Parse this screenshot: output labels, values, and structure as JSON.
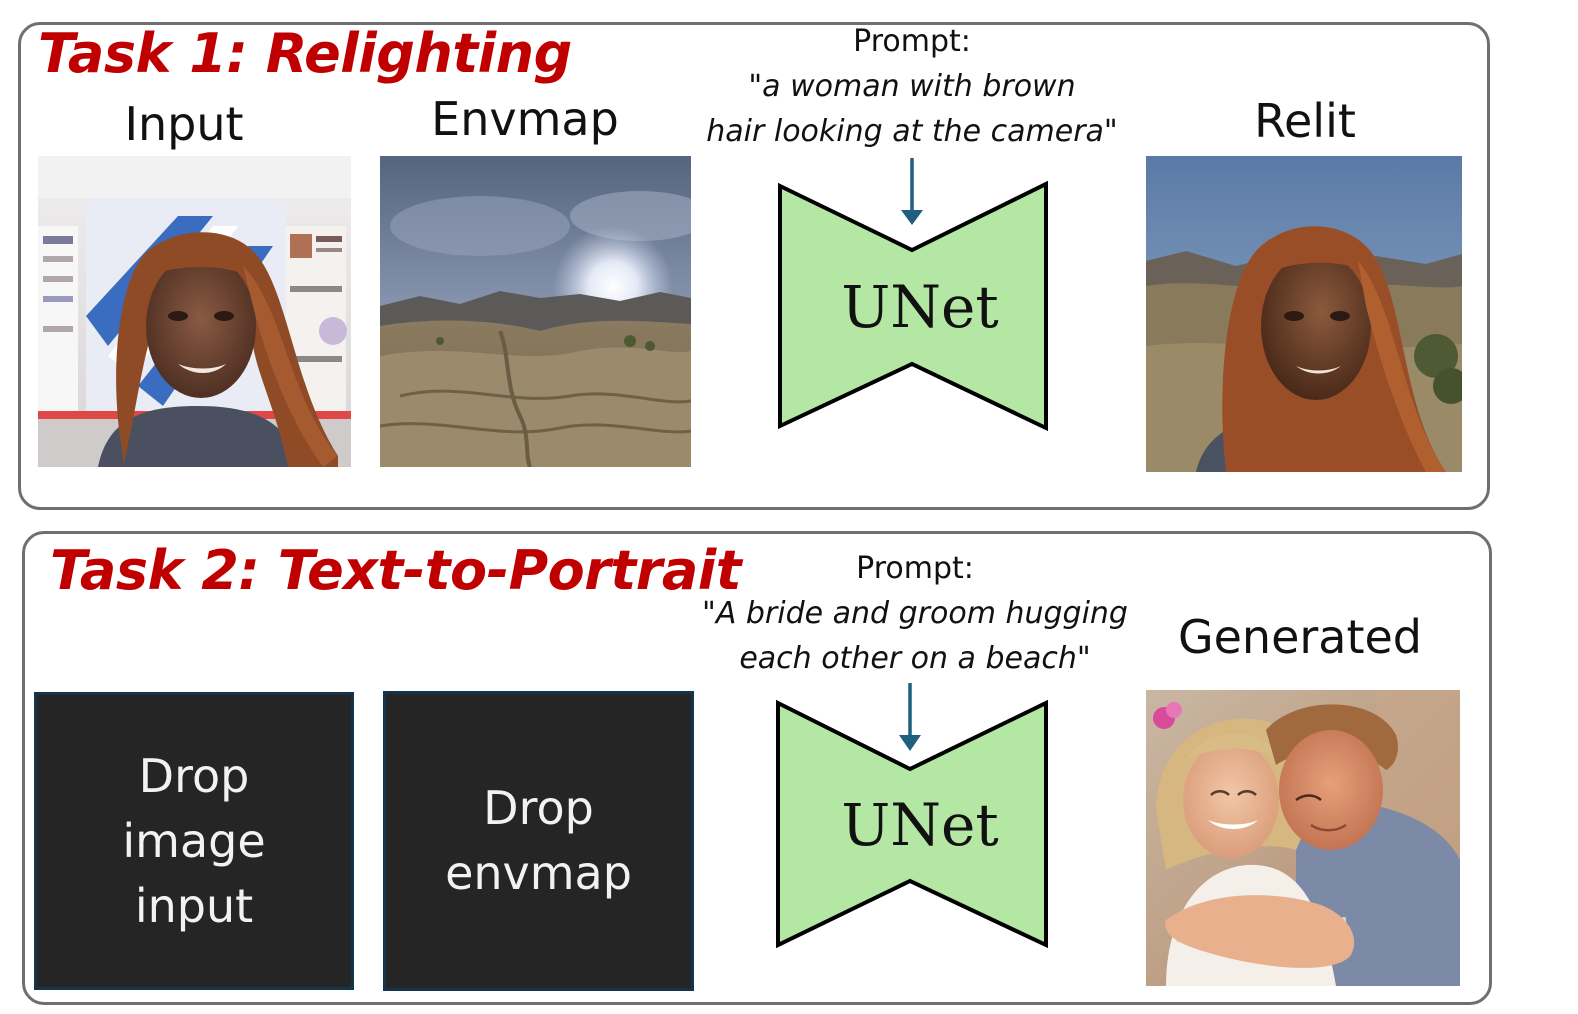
{
  "task1": {
    "title": "Task 1: Relighting",
    "labels": {
      "input": "Input",
      "envmap": "Envmap",
      "relit": "Relit"
    },
    "prompt_head": "Prompt:",
    "prompt_lines": [
      "\"a woman with brown",
      "hair looking at the camera\""
    ],
    "unet_label": "UNet"
  },
  "task2": {
    "title": "Task 2: Text-to-Portrait",
    "labels": {
      "generated": "Generated"
    },
    "prompt_head": "Prompt:",
    "prompt_lines": [
      "\"A bride and groom hugging",
      "each other on a beach\""
    ],
    "unet_label": "UNet",
    "drop_image_lines": [
      "Drop",
      "image",
      "input"
    ],
    "drop_envmap_lines": [
      "Drop",
      "envmap"
    ]
  },
  "colors": {
    "title_red": "#c00000",
    "unet_fill": "#b4e6a4",
    "arrow": "#1f5f7f",
    "drop_bg": "#252525",
    "drop_border": "#13344a",
    "panel_border": "#6f6f6f"
  },
  "icons": {
    "input_image": "woman-portrait-indoor-photo",
    "envmap_image": "desert-panorama-photo",
    "relit_image": "woman-portrait-outdoor-photo",
    "generated_image": "bride-groom-hug-photo",
    "unet": "unet-bowtie-shape",
    "arrow": "down-arrow-icon"
  }
}
